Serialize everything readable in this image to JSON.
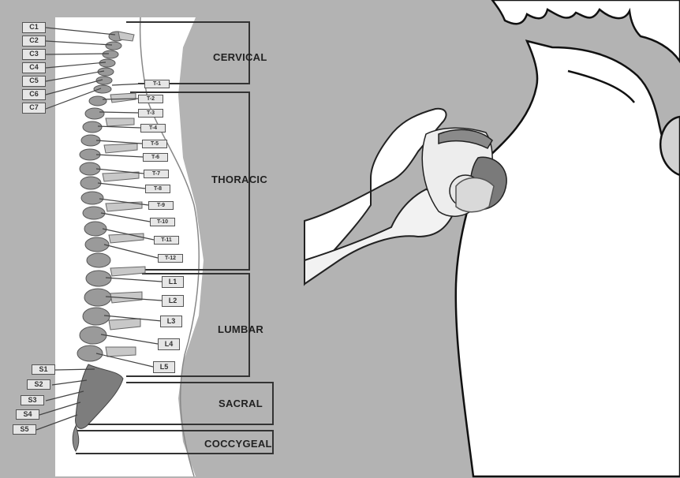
{
  "regions": {
    "cervical": "CERVICAL",
    "thoracic": "THORACIC",
    "lumbar": "LUMBAR",
    "sacral": "SACRAL",
    "coccygeal": "COCCYGEAL"
  },
  "vertebra_labels": {
    "cervical": [
      "C1",
      "C2",
      "C3",
      "C4",
      "C5",
      "C6",
      "C7"
    ],
    "thoracic": [
      "T-1",
      "T-2",
      "T-3",
      "T-4",
      "T-5",
      "T-6",
      "T-7",
      "T-8",
      "T-9",
      "T-10",
      "T-11",
      "T-12"
    ],
    "lumbar": [
      "L1",
      "L2",
      "L3",
      "L4",
      "L5"
    ],
    "sacral": [
      "S1",
      "S2",
      "S3",
      "S4",
      "S5"
    ]
  },
  "colors": {
    "background": "#b3b3b3",
    "panel": "#ffffff",
    "bracket": "#333333",
    "bone": "#9a9a9a"
  }
}
